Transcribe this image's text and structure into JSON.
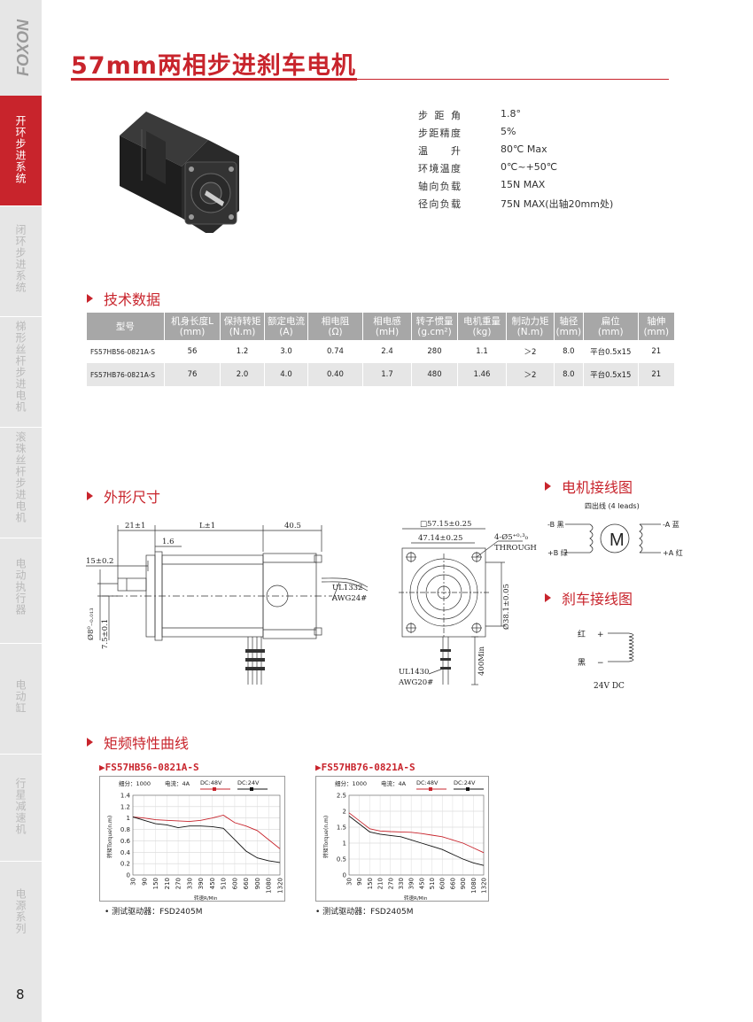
{
  "brand": "FOXON",
  "sidebar": {
    "items": [
      {
        "label": "开环步进系统",
        "active": true
      },
      {
        "label": "闭环步进系统",
        "active": false
      },
      {
        "label": "梯形丝杆步进电机",
        "active": false
      },
      {
        "label": "滚珠丝杆步进电机",
        "active": false
      },
      {
        "label": "电动执行器",
        "active": false
      },
      {
        "label": "电动缸",
        "active": false
      },
      {
        "label": "行星减速机",
        "active": false
      },
      {
        "label": "电源系列",
        "active": false
      }
    ]
  },
  "page_number": "8",
  "title": "57mm两相步进刹车电机",
  "specs": [
    {
      "key": "步 距 角",
      "value": "1.8°"
    },
    {
      "key": "步距精度",
      "value": "5%"
    },
    {
      "key": "温 升",
      "value": "80℃ Max"
    },
    {
      "key": "环境温度",
      "value": "0℃~+50℃"
    },
    {
      "key": "轴向负载",
      "value": "15N MAX"
    },
    {
      "key": "径向负载",
      "value": "75N MAX(出轴20mm处)"
    }
  ],
  "sections": {
    "tech": "技术数据",
    "outline": "外形尺寸",
    "wiring": "电机接线图",
    "brake": "刹车接线图",
    "curve": "矩频特性曲线"
  },
  "table": {
    "headers": [
      [
        "型号",
        ""
      ],
      [
        "机身长度L",
        "(mm)"
      ],
      [
        "保持转矩",
        "(N.m)"
      ],
      [
        "额定电流",
        "(A)"
      ],
      [
        "相电阻",
        "(Ω)"
      ],
      [
        "相电感",
        "(mH)"
      ],
      [
        "转子惯量",
        "(g.cm²)"
      ],
      [
        "电机重量",
        "(kg)"
      ],
      [
        "制动力矩",
        "(N.m)"
      ],
      [
        "轴径",
        "(mm)"
      ],
      [
        "扁位",
        "(mm)"
      ],
      [
        "轴伸",
        "(mm)"
      ]
    ],
    "rows": [
      [
        "FS57HB56-0821A-S",
        "56",
        "1.2",
        "3.0",
        "0.74",
        "2.4",
        "280",
        "1.1",
        "＞2",
        "8.0",
        "平台0.5x15",
        "21"
      ],
      [
        "FS57HB76-0821A-S",
        "76",
        "2.0",
        "4.0",
        "0.40",
        "1.7",
        "480",
        "1.46",
        "＞2",
        "8.0",
        "平台0.5x15",
        "21"
      ]
    ]
  },
  "drawing": {
    "side": {
      "d1": "21±1",
      "d2": "L±1",
      "d3": "40.5",
      "d4": "1.6",
      "d5": "15±0.2",
      "d6": "Ø8⁰₋₀.₀₁₃",
      "d7": "7.5±0.1",
      "cable1": "UL1332",
      "cable2": "AWG24#"
    },
    "front": {
      "sq": "□57.15±0.25",
      "pitch": "47.14±0.25",
      "holes": "4-Ø5⁺⁰·³₀",
      "through": "THROUGH",
      "boss": "Ø38.1±0.05",
      "len": "400Min",
      "cable1": "UL1430",
      "cable2": "AWG20#"
    }
  },
  "wiring": {
    "title": "四出线 (4 leads)",
    "a_minus": "-A 蓝",
    "a_plus": "+A 红",
    "b_minus": "-B 黑",
    "b_plus": "+B 绿",
    "motor": "M"
  },
  "brake": {
    "red": "红",
    "black": "黑",
    "plus": "+",
    "minus": "−",
    "voltage": "24V DC"
  },
  "charts": [
    {
      "title": "▶FS57HB56-0821A-S",
      "note": "• 测试驱动器：FSD2405M",
      "subdiv": "细分：1000",
      "current": "电流：4A",
      "dc48": "DC:48V",
      "dc24": "DC:24V",
      "ylabel": "转矩Torque(n.m)",
      "xlabel": "转速R/Min"
    },
    {
      "title": "▶FS57HB76-0821A-S",
      "note": "• 测试驱动器：FSD2405M",
      "subdiv": "细分：1000",
      "current": "电流：4A",
      "dc48": "DC:48V",
      "dc24": "DC:24V",
      "ylabel": "转矩Torque(n.m)",
      "xlabel": "转速R/Min"
    }
  ],
  "chart_data": [
    {
      "type": "line",
      "title": "FS57HB56-0821A-S",
      "xlabel": "转速R/Min",
      "ylabel": "转矩Torque(n.m)",
      "x": [
        30,
        90,
        150,
        210,
        270,
        330,
        390,
        450,
        510,
        600,
        660,
        900,
        1080,
        1320
      ],
      "ylim": [
        0,
        1.4
      ],
      "yticks": [
        0,
        0.2,
        0.4,
        0.6,
        0.8,
        1.0,
        1.2,
        1.4
      ],
      "series": [
        {
          "name": "DC:48V",
          "color": "#c8242c",
          "values": [
            1.02,
            1.0,
            0.97,
            0.96,
            0.95,
            0.94,
            0.96,
            1.0,
            1.05,
            0.92,
            0.86,
            0.78,
            0.62,
            0.46
          ]
        },
        {
          "name": "DC:24V",
          "color": "#111111",
          "values": [
            1.02,
            0.96,
            0.9,
            0.88,
            0.83,
            0.86,
            0.86,
            0.85,
            0.82,
            0.62,
            0.42,
            0.3,
            0.25,
            0.22
          ]
        }
      ]
    },
    {
      "type": "line",
      "title": "FS57HB76-0821A-S",
      "xlabel": "转速R/Min",
      "ylabel": "转矩Torque(n.m)",
      "x": [
        30,
        90,
        150,
        210,
        270,
        330,
        390,
        450,
        510,
        600,
        660,
        900,
        1080,
        1320
      ],
      "ylim": [
        0,
        2.5
      ],
      "yticks": [
        0,
        0.5,
        1.0,
        1.5,
        2.0,
        2.5
      ],
      "series": [
        {
          "name": "DC:48V",
          "color": "#c8242c",
          "values": [
            1.95,
            1.7,
            1.45,
            1.38,
            1.36,
            1.35,
            1.34,
            1.3,
            1.25,
            1.2,
            1.1,
            1.0,
            0.85,
            0.7
          ]
        },
        {
          "name": "DC:24V",
          "color": "#111111",
          "values": [
            1.85,
            1.6,
            1.35,
            1.28,
            1.24,
            1.2,
            1.1,
            1.0,
            0.9,
            0.8,
            0.65,
            0.5,
            0.38,
            0.3
          ]
        }
      ]
    }
  ]
}
